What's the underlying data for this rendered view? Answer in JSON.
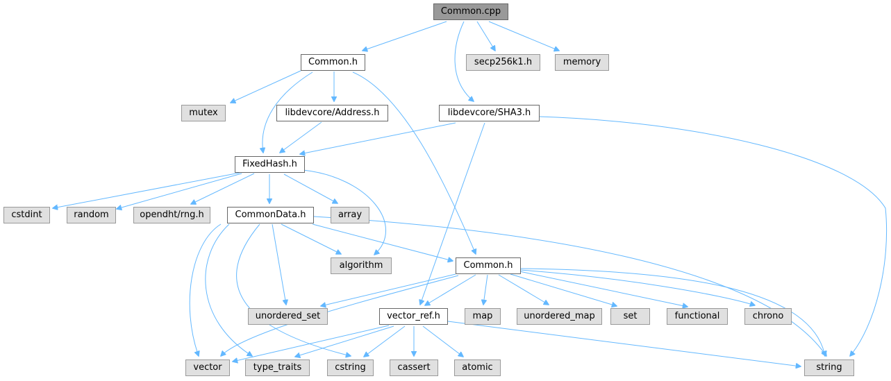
{
  "graph": {
    "nodes": {
      "common_cpp": {
        "label": "Common.cpp",
        "kind": "root"
      },
      "common_h": {
        "label": "Common.h",
        "kind": "local"
      },
      "secp256k1_h": {
        "label": "secp256k1.h",
        "kind": "system"
      },
      "memory": {
        "label": "memory",
        "kind": "system"
      },
      "mutex": {
        "label": "mutex",
        "kind": "system"
      },
      "address_h": {
        "label": "libdevcore/Address.h",
        "kind": "local"
      },
      "sha3_h": {
        "label": "libdevcore/SHA3.h",
        "kind": "local"
      },
      "fixedhash_h": {
        "label": "FixedHash.h",
        "kind": "local"
      },
      "cstdint": {
        "label": "cstdint",
        "kind": "system"
      },
      "random": {
        "label": "random",
        "kind": "system"
      },
      "rng_h": {
        "label": "opendht/rng.h",
        "kind": "system"
      },
      "commondata_h": {
        "label": "CommonData.h",
        "kind": "local"
      },
      "array": {
        "label": "array",
        "kind": "system"
      },
      "algorithm": {
        "label": "algorithm",
        "kind": "system"
      },
      "common_h2": {
        "label": "Common.h",
        "kind": "local"
      },
      "unordered_set": {
        "label": "unordered_set",
        "kind": "system"
      },
      "vector_ref_h": {
        "label": "vector_ref.h",
        "kind": "local"
      },
      "map": {
        "label": "map",
        "kind": "system"
      },
      "unordered_map": {
        "label": "unordered_map",
        "kind": "system"
      },
      "set": {
        "label": "set",
        "kind": "system"
      },
      "functional": {
        "label": "functional",
        "kind": "system"
      },
      "chrono": {
        "label": "chrono",
        "kind": "system"
      },
      "vector": {
        "label": "vector",
        "kind": "system"
      },
      "type_traits": {
        "label": "type_traits",
        "kind": "system"
      },
      "cstring": {
        "label": "cstring",
        "kind": "system"
      },
      "cassert": {
        "label": "cassert",
        "kind": "system"
      },
      "atomic": {
        "label": "atomic",
        "kind": "system"
      },
      "string": {
        "label": "string",
        "kind": "system"
      }
    },
    "edges": [
      [
        "common_cpp",
        "common_h"
      ],
      [
        "common_cpp",
        "secp256k1_h"
      ],
      [
        "common_cpp",
        "memory"
      ],
      [
        "common_cpp",
        "sha3_h"
      ],
      [
        "common_h",
        "mutex"
      ],
      [
        "common_h",
        "address_h"
      ],
      [
        "common_h",
        "fixedhash_h"
      ],
      [
        "common_h",
        "common_h2"
      ],
      [
        "address_h",
        "fixedhash_h"
      ],
      [
        "sha3_h",
        "fixedhash_h"
      ],
      [
        "sha3_h",
        "vector_ref_h"
      ],
      [
        "sha3_h",
        "string"
      ],
      [
        "fixedhash_h",
        "cstdint"
      ],
      [
        "fixedhash_h",
        "random"
      ],
      [
        "fixedhash_h",
        "rng_h"
      ],
      [
        "fixedhash_h",
        "commondata_h"
      ],
      [
        "fixedhash_h",
        "array"
      ],
      [
        "fixedhash_h",
        "algorithm"
      ],
      [
        "commondata_h",
        "algorithm"
      ],
      [
        "commondata_h",
        "common_h2"
      ],
      [
        "commondata_h",
        "unordered_set"
      ],
      [
        "commondata_h",
        "vector"
      ],
      [
        "commondata_h",
        "type_traits"
      ],
      [
        "commondata_h",
        "cstring"
      ],
      [
        "commondata_h",
        "string"
      ],
      [
        "common_h2",
        "unordered_set"
      ],
      [
        "common_h2",
        "vector_ref_h"
      ],
      [
        "common_h2",
        "map"
      ],
      [
        "common_h2",
        "unordered_map"
      ],
      [
        "common_h2",
        "set"
      ],
      [
        "common_h2",
        "functional"
      ],
      [
        "common_h2",
        "chrono"
      ],
      [
        "common_h2",
        "string"
      ],
      [
        "common_h2",
        "vector"
      ],
      [
        "vector_ref_h",
        "vector"
      ],
      [
        "vector_ref_h",
        "type_traits"
      ],
      [
        "vector_ref_h",
        "cstring"
      ],
      [
        "vector_ref_h",
        "cassert"
      ],
      [
        "vector_ref_h",
        "atomic"
      ],
      [
        "vector_ref_h",
        "string"
      ]
    ],
    "colors": {
      "edge": "#63b8ff",
      "root_fill": "#999999",
      "local_fill": "#ffffff",
      "system_fill": "#e0e0e0"
    }
  }
}
